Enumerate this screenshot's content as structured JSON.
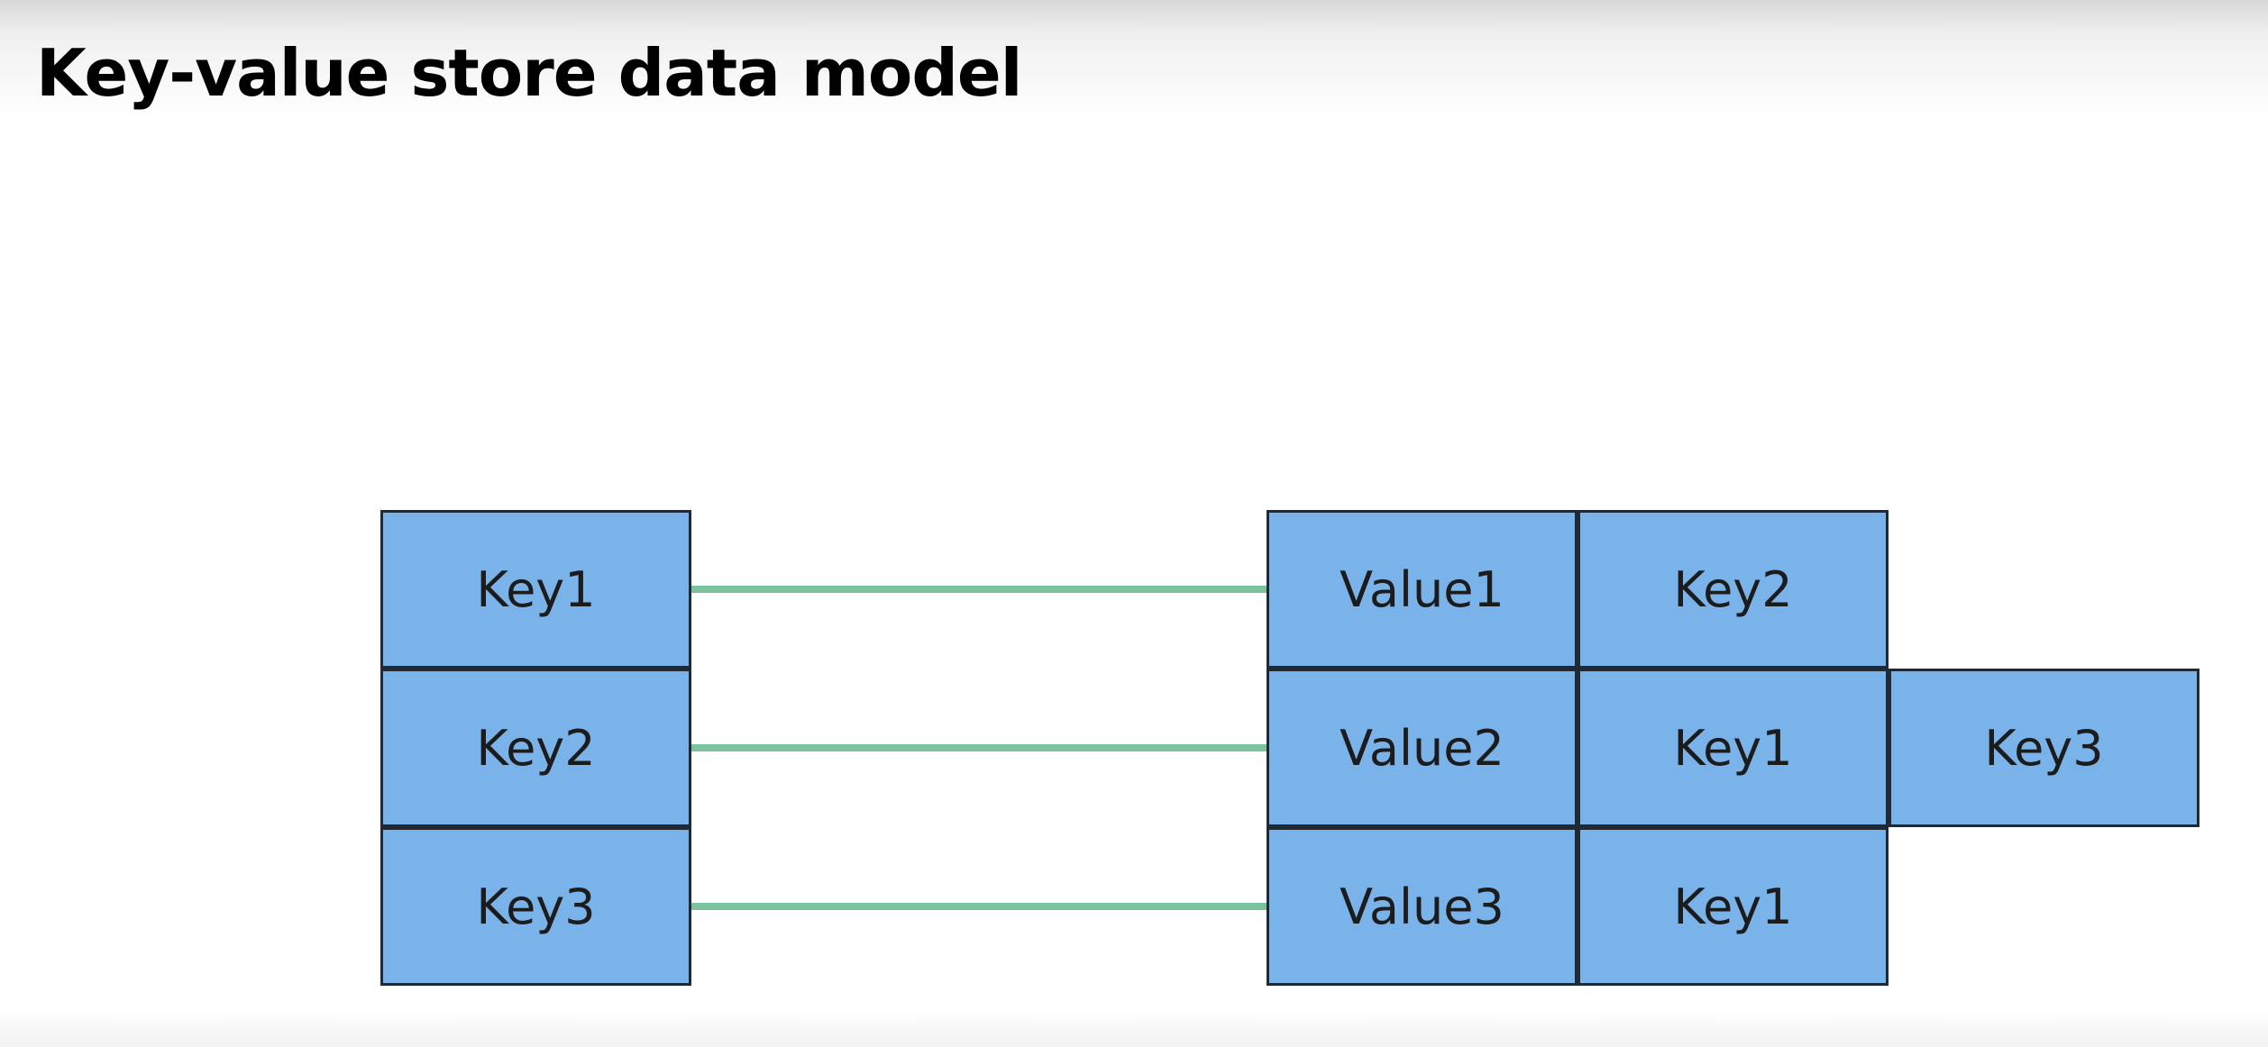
{
  "title": "Key-value store data model",
  "colors": {
    "cell_fill": "#7ab3ea",
    "cell_border": "#1f2a36",
    "connector": "#7cc39d"
  },
  "keys": [
    "Key1",
    "Key2",
    "Key3"
  ],
  "values": [
    {
      "value": "Value1",
      "refs": [
        "Key2"
      ]
    },
    {
      "value": "Value2",
      "refs": [
        "Key1",
        "Key3"
      ]
    },
    {
      "value": "Value3",
      "refs": [
        "Key1"
      ]
    }
  ]
}
